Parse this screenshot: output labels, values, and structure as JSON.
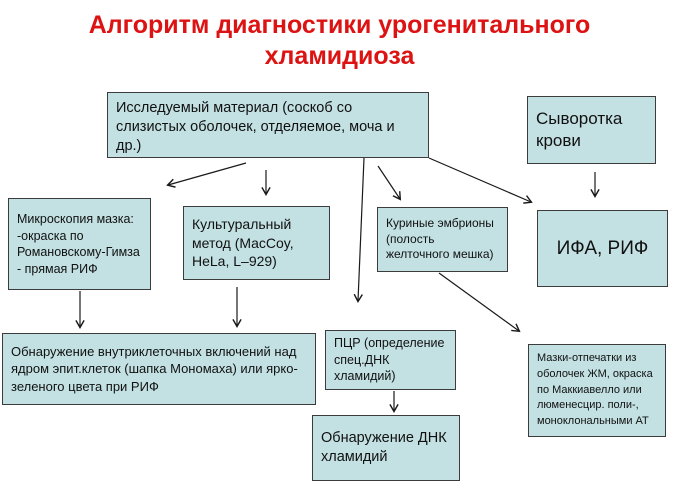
{
  "title": "Алгоритм диагностики урогенитального\nхламидиоза",
  "colors": {
    "title_red": "#dd1212",
    "box_fill": "#c3e1e3",
    "box_border": "#3c3c3c",
    "arrow": "#1a1a1a",
    "text": "#111111",
    "background": "#ffffff"
  },
  "nodes": {
    "material": {
      "label": "Исследуемый материал  (соскоб со слизистых оболочек, отделяемое, моча и др.)"
    },
    "serum": {
      "label": "Сыворотка\nкрови"
    },
    "microscopy": {
      "label": "Микроскопия мазка:\n-окраска по\nРомановскому-Гимза\n- прямая РИФ"
    },
    "culture": {
      "label": "Культуральный\nметод (MacCoy,\nHeLa, L–929)"
    },
    "embryos": {
      "label": "Куриные эмбрионы\n(полость\nжелточного мешка)"
    },
    "ifa": {
      "label": "ИФА, РИФ"
    },
    "inclusions": {
      "label": "Обнаружение внутриклеточных включений  над ядром эпит.клеток (шапка Мономаха) или ярко-зеленого цвета при РИФ"
    },
    "pcr": {
      "label": "ПЦР (определение\nспец.ДНК\nхламидий)"
    },
    "smears": {
      "label": "Мазки-отпечатки из\nоболочек ЖМ, окраска\nпо Маккиавелло или\nлюменесцир. поли-,\nмоноклональными АТ"
    },
    "dna": {
      "label": "Обнаружение ДНК\nхламидий"
    }
  },
  "edges": [
    {
      "from": "material",
      "to": "microscopy"
    },
    {
      "from": "material",
      "to": "culture"
    },
    {
      "from": "material",
      "to": "pcr"
    },
    {
      "from": "material",
      "to": "embryos"
    },
    {
      "from": "material",
      "to": "ifa"
    },
    {
      "from": "serum",
      "to": "ifa"
    },
    {
      "from": "microscopy",
      "to": "inclusions"
    },
    {
      "from": "culture",
      "to": "inclusions"
    },
    {
      "from": "embryos",
      "to": "smears"
    },
    {
      "from": "pcr",
      "to": "dna"
    }
  ]
}
